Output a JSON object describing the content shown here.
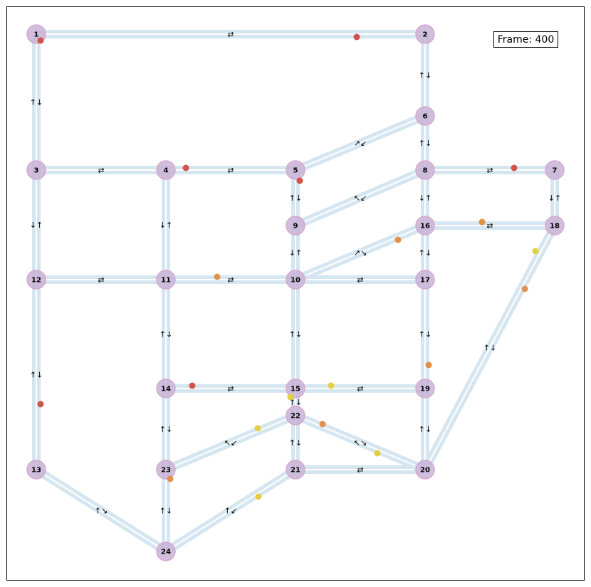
{
  "frame_label": "Frame: 400",
  "colors": {
    "road": "#d6e6f1",
    "node_fill": "#c9b3d6",
    "node_stroke": "#d5a9d0",
    "vehicle_red": "#d1534b",
    "vehicle_orange": "#e2904a",
    "vehicle_yellow": "#e3cf45",
    "border": "#000000"
  },
  "nodes": [
    {
      "id": "1",
      "label": "1"
    },
    {
      "id": "2",
      "label": "2"
    },
    {
      "id": "3",
      "label": "3"
    },
    {
      "id": "4",
      "label": "4"
    },
    {
      "id": "5",
      "label": "5"
    },
    {
      "id": "6",
      "label": "6"
    },
    {
      "id": "7",
      "label": "7"
    },
    {
      "id": "8",
      "label": "8"
    },
    {
      "id": "9",
      "label": "9"
    },
    {
      "id": "10",
      "label": "10"
    },
    {
      "id": "11",
      "label": "11"
    },
    {
      "id": "12",
      "label": "12"
    },
    {
      "id": "13",
      "label": "13"
    },
    {
      "id": "14",
      "label": "14"
    },
    {
      "id": "15",
      "label": "15"
    },
    {
      "id": "16",
      "label": "16"
    },
    {
      "id": "17",
      "label": "17"
    },
    {
      "id": "18",
      "label": "18"
    },
    {
      "id": "19",
      "label": "19"
    },
    {
      "id": "20",
      "label": "20"
    },
    {
      "id": "21",
      "label": "21"
    },
    {
      "id": "22",
      "label": "22"
    },
    {
      "id": "23",
      "label": "23"
    },
    {
      "id": "24",
      "label": "24"
    }
  ],
  "edges": [
    {
      "from": "1",
      "to": "2",
      "glyphs": "⇄"
    },
    {
      "from": "1",
      "to": "3",
      "glyphs": "↑↓"
    },
    {
      "from": "2",
      "to": "6",
      "glyphs": "↑↓"
    },
    {
      "from": "3",
      "to": "4",
      "glyphs": "⇄"
    },
    {
      "from": "3",
      "to": "12",
      "glyphs": "↓↑"
    },
    {
      "from": "4",
      "to": "5",
      "glyphs": "⇄"
    },
    {
      "from": "4",
      "to": "11",
      "glyphs": "↓↑"
    },
    {
      "from": "5",
      "to": "6",
      "glyphs": "↗↙"
    },
    {
      "from": "5",
      "to": "9",
      "glyphs": "↑↓"
    },
    {
      "from": "6",
      "to": "8",
      "glyphs": "↑↓"
    },
    {
      "from": "8",
      "to": "7",
      "glyphs": "⇄"
    },
    {
      "from": "8",
      "to": "9",
      "glyphs": "↖↙"
    },
    {
      "from": "8",
      "to": "16",
      "glyphs": "↓↑"
    },
    {
      "from": "7",
      "to": "18",
      "glyphs": "↓↑"
    },
    {
      "from": "9",
      "to": "10",
      "glyphs": "↓↑"
    },
    {
      "from": "10",
      "to": "16",
      "glyphs": "↗↘"
    },
    {
      "from": "16",
      "to": "18",
      "glyphs": "⇄"
    },
    {
      "from": "16",
      "to": "17",
      "glyphs": "↑↓"
    },
    {
      "from": "12",
      "to": "11",
      "glyphs": "⇄"
    },
    {
      "from": "11",
      "to": "10",
      "glyphs": "⇄"
    },
    {
      "from": "10",
      "to": "17",
      "glyphs": "⇄"
    },
    {
      "from": "12",
      "to": "13",
      "glyphs": "↑↓"
    },
    {
      "from": "11",
      "to": "14",
      "glyphs": "↑↓"
    },
    {
      "from": "10",
      "to": "15",
      "glyphs": "↑↓"
    },
    {
      "from": "17",
      "to": "19",
      "glyphs": "↑↓"
    },
    {
      "from": "18",
      "to": "20",
      "glyphs": "↑↓"
    },
    {
      "from": "14",
      "to": "15",
      "glyphs": "⇄"
    },
    {
      "from": "15",
      "to": "19",
      "glyphs": "⇄"
    },
    {
      "from": "15",
      "to": "22",
      "glyphs": "↑↓"
    },
    {
      "from": "14",
      "to": "23",
      "glyphs": "↑↓"
    },
    {
      "from": "22",
      "to": "23",
      "glyphs": "↖↙"
    },
    {
      "from": "22",
      "to": "20",
      "glyphs": "↖↘"
    },
    {
      "from": "22",
      "to": "21",
      "glyphs": "↑↓"
    },
    {
      "from": "19",
      "to": "20",
      "glyphs": "↑↓"
    },
    {
      "from": "21",
      "to": "20",
      "glyphs": "⇄"
    },
    {
      "from": "13",
      "to": "24",
      "glyphs": "↑↘"
    },
    {
      "from": "23",
      "to": "24",
      "glyphs": "↑↓"
    },
    {
      "from": "21",
      "to": "24",
      "glyphs": "↑↙"
    }
  ],
  "vehicles": [
    {
      "color": "red"
    },
    {
      "color": "red"
    },
    {
      "color": "red"
    },
    {
      "color": "red"
    },
    {
      "color": "red"
    },
    {
      "color": "red"
    },
    {
      "color": "red"
    },
    {
      "color": "orange"
    },
    {
      "color": "orange"
    },
    {
      "color": "orange"
    },
    {
      "color": "orange"
    },
    {
      "color": "orange"
    },
    {
      "color": "orange"
    },
    {
      "color": "orange"
    },
    {
      "color": "yellow"
    },
    {
      "color": "yellow"
    },
    {
      "color": "yellow"
    },
    {
      "color": "yellow"
    },
    {
      "color": "yellow"
    },
    {
      "color": "yellow"
    }
  ]
}
